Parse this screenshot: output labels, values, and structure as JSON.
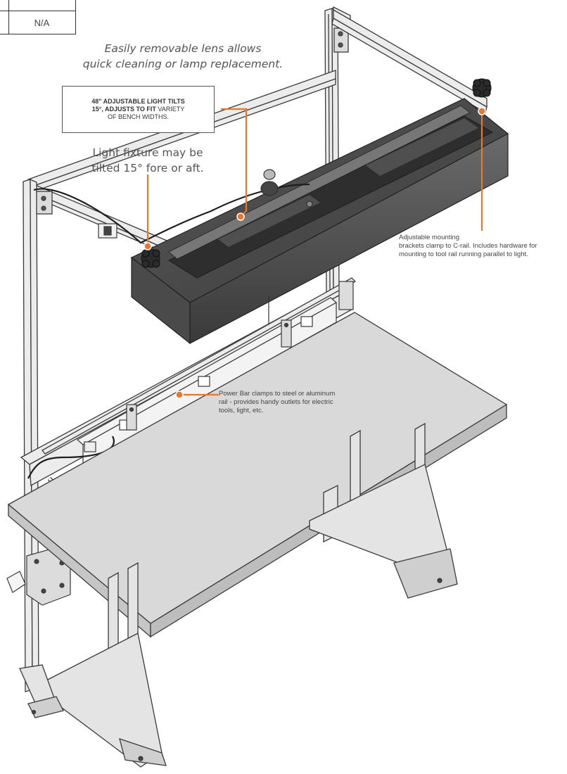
{
  "table": {
    "value": "N/A"
  },
  "captions": {
    "lens_line1": "Easily removable lens allows",
    "lens_line2": "quick cleaning or lamp replacement.",
    "tilt_line1": "Light fixture may be",
    "tilt_line2": "tilted 15° fore or aft."
  },
  "callout_box": {
    "line1": "48\" ADJUSTABLE LIGHT TILTS",
    "line2_bold": "15°, ADJUSTS TO FIT",
    "line2_rest": " VARIETY",
    "line3": "OF BENCH WIDTHS."
  },
  "notes": {
    "mounting_line1": "Adjustable mounting",
    "mounting_line2": "brackets clamp to C-rail. Includes hardware for",
    "mounting_line3": "mounting to tool rail running parallel to light.",
    "power_line1": "Power Bar clamps to steel or aluminum",
    "power_line2": "rail - provides handy outlets for electric",
    "power_line3": "tools, light, etc."
  },
  "colors": {
    "leader": "#e8762d",
    "frame_fill": "#e9e9e9",
    "frame_stroke": "#3a3a3a",
    "light_dark": "#3d3d3d",
    "light_mid": "#555555",
    "tabletop": "#d9d9d9"
  }
}
